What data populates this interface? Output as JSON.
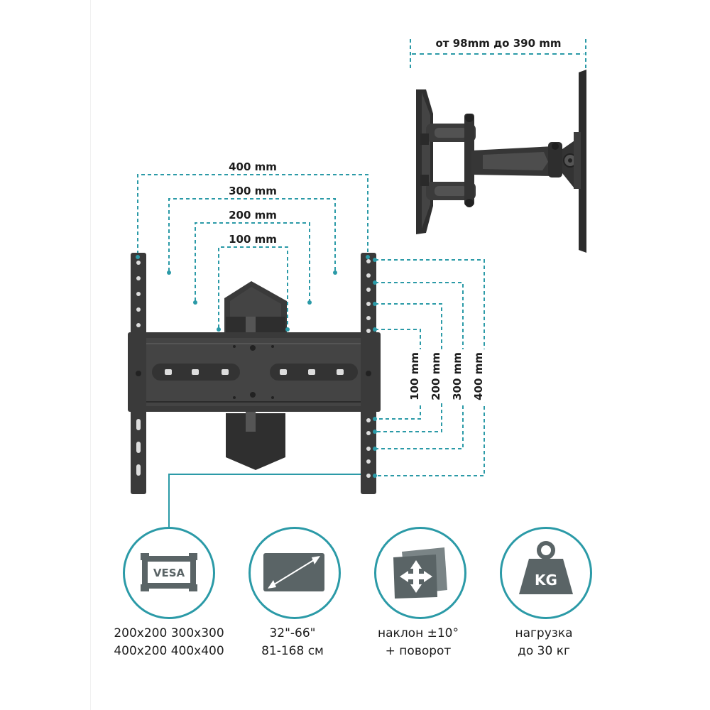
{
  "accent_color": "#2b9aa7",
  "mount_color": "#3a3a3a",
  "wall_distance_label": "от 98mm до 390 mm",
  "horizontal_spacings": [
    "400 mm",
    "300 mm",
    "200 mm",
    "100 mm"
  ],
  "vertical_spacings": [
    "100 mm",
    "200 mm",
    "300 mm",
    "400 mm"
  ],
  "features": [
    {
      "icon": "vesa-icon",
      "icon_text": "VESA",
      "line1": "200x200 300x300",
      "line2": "400x200 400x400"
    },
    {
      "icon": "screen-diagonal-icon",
      "line1": "32\"-66\"",
      "line2": "81-168 см"
    },
    {
      "icon": "tilt-rotate-icon",
      "line1": "наклон ±10°",
      "line2": "+ поворот"
    },
    {
      "icon": "weight-icon",
      "icon_text": "KG",
      "line1": "нагрузка",
      "line2": "до 30 кг"
    }
  ]
}
